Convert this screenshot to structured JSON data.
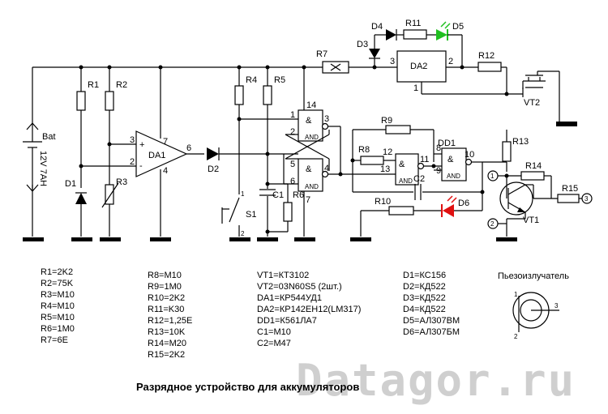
{
  "title": "Разрядное устройство для аккумуляторов",
  "watermark": "Datagor.ru",
  "battery": {
    "name": "Bat",
    "rating": "12V 7AH"
  },
  "labels": {
    "R1": "R1",
    "R2": "R2",
    "R3": "R3",
    "R4": "R4",
    "R5": "R5",
    "R6": "R6",
    "R7": "R7",
    "R8": "R8",
    "R9": "R9",
    "R10": "R10",
    "R11": "R11",
    "R12": "R12",
    "R13": "R13",
    "R14": "R14",
    "R15": "R15",
    "D1": "D1",
    "D2": "D2",
    "D3": "D3",
    "D4": "D4",
    "D5": "D5",
    "D6": "D6",
    "C1": "C1",
    "C2": "C2",
    "DA1": "DA1",
    "DA2": "DA2",
    "DD1": "DD1",
    "S1": "S1",
    "VT1": "VT1",
    "VT2": "VT2",
    "and": "&",
    "ic_small": "AND"
  },
  "pins": {
    "p1": "1",
    "p2": "2",
    "p3": "3",
    "p4": "4",
    "p5": "5",
    "p6": "6",
    "p7": "7",
    "p8": "8",
    "p9": "9",
    "p10": "10",
    "p11": "11",
    "p12": "12",
    "p13": "13",
    "p14": "14",
    "plus": "+",
    "minus": "-",
    "c1": "1",
    "c2": "2",
    "c3": "3"
  },
  "parts_col1": [
    "R1=2K2",
    "R2=75K",
    "R3=M10",
    "R4=M10",
    "R5=M10",
    "R6=1M0",
    "R7=6E"
  ],
  "parts_col2": [
    "R8=M10",
    "R9=1M0",
    "R10=2K2",
    "R11=K30",
    "R12=1,25E",
    "R13=10K",
    "R14=M20",
    "R15=2K2"
  ],
  "parts_col3": [
    "VT1=КТ3102",
    "VT2=03N60S5 (2шт.)",
    "DA1=КР544УД1",
    "DA2=КР142ЕН12(LM317)",
    "DD1=К561ЛА7",
    "C1=M10",
    "C2=M47"
  ],
  "parts_col4": [
    "D1=КС156",
    "D2=КД522",
    "D3=КД522",
    "D4=КД522",
    "D5=АЛ307ВМ",
    "D6=АЛ307БМ"
  ],
  "piezo": {
    "title": "Пьезоизлучатель"
  },
  "colors": {
    "led_green": "#20c020",
    "led_red": "#e01010"
  }
}
